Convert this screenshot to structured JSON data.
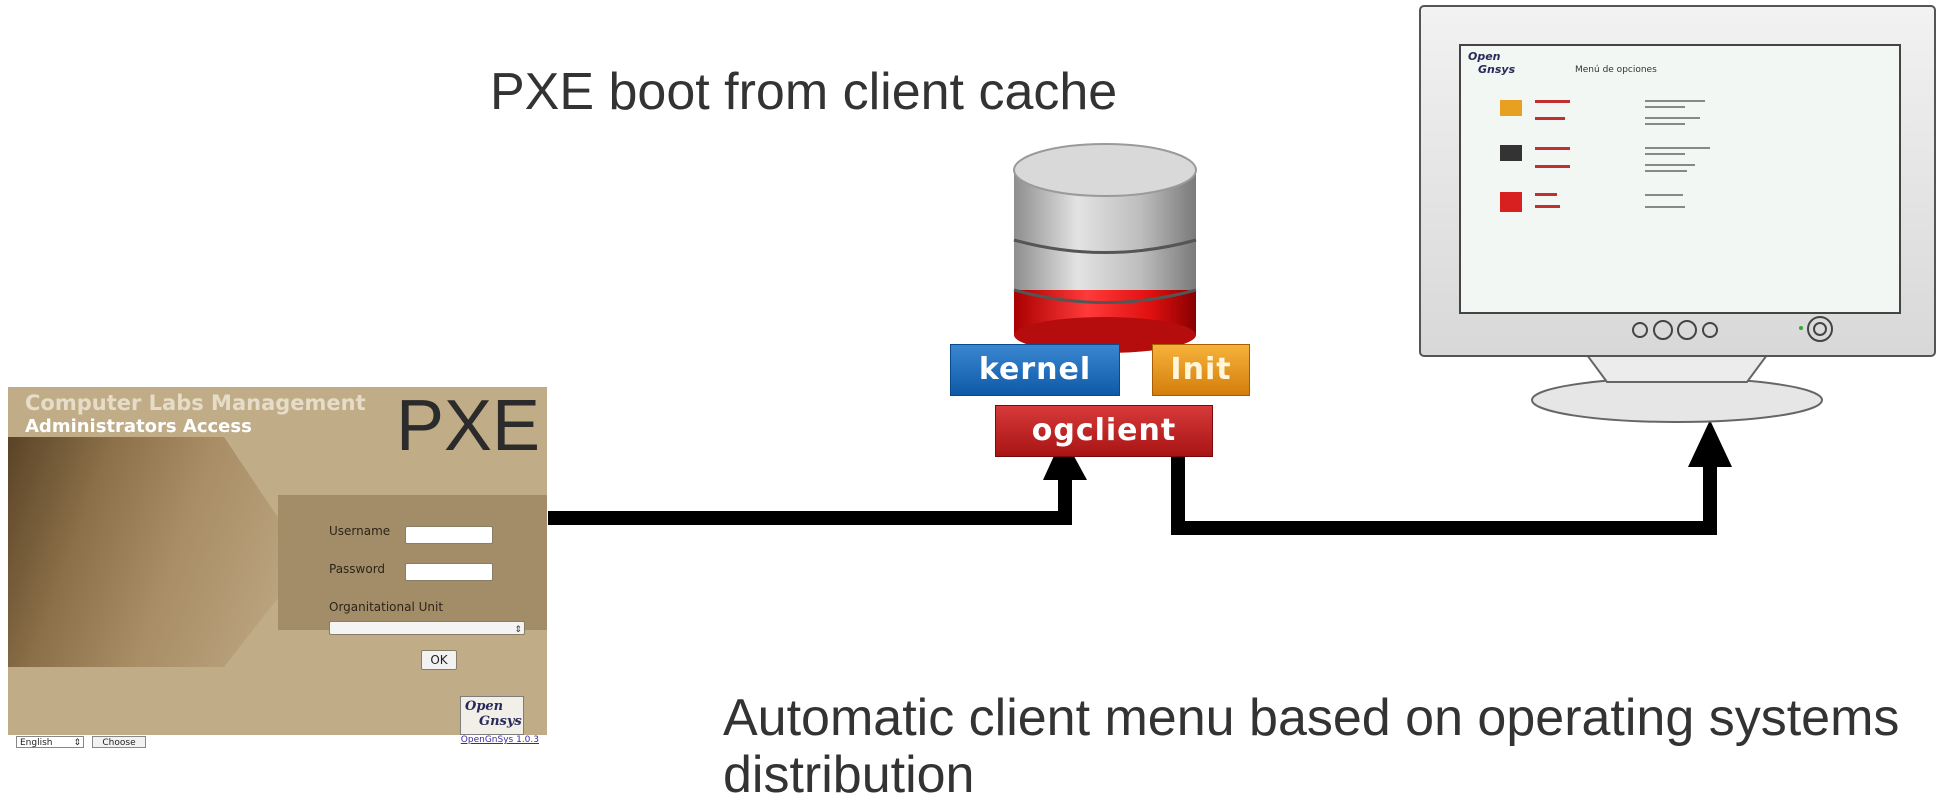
{
  "titles": {
    "top": "PXE boot from client cache",
    "bottom_line1": "Automatic client menu based on operating systems",
    "bottom_line2": "distribution"
  },
  "login": {
    "heading1": "Computer Labs Management",
    "heading2": "Administrators Access",
    "pxe_label": "PXE",
    "username_label": "Username",
    "password_label": "Password",
    "ou_label": "Organitational Unit",
    "ok_label": "OK",
    "logo_text1": "Open",
    "logo_text2": "Gnsys",
    "language": "English",
    "choose_label": "Choose",
    "version": "OpenGnSys 1.0.3"
  },
  "boot_components": {
    "kernel": "kernel",
    "init": "Init",
    "ogclient": "ogclient"
  },
  "monitor_menu": {
    "logo_text1": "Open",
    "logo_text2": "Gnsys",
    "title": "Menú de opciones"
  },
  "colors": {
    "kernel": "#1a6dbf",
    "init": "#e8960f",
    "ogclient": "#c52020",
    "arrow": "#000000"
  }
}
